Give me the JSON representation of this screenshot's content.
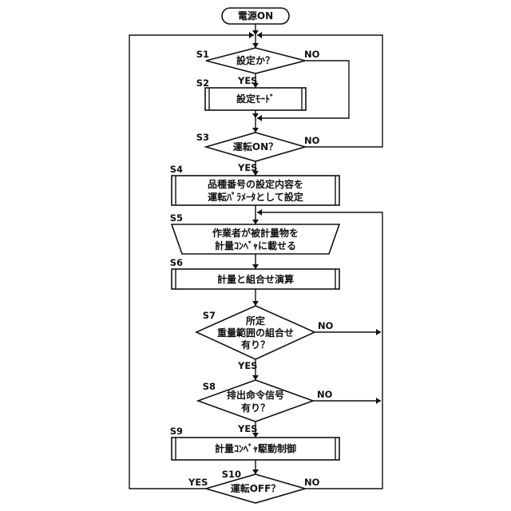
{
  "nodes": {
    "start": {
      "text": "電源ON"
    },
    "s1": {
      "step": "S1",
      "text": "設定か？"
    },
    "s2": {
      "step": "S2",
      "text": "設定ﾓｰﾄﾞ"
    },
    "s3": {
      "step": "S3",
      "text": "運転ON？"
    },
    "s4": {
      "step": "S4",
      "line1": "品種番号の設定内容を",
      "line2": "運転ﾊﾟﾗﾒｰﾀとして設定"
    },
    "s5": {
      "step": "S5",
      "line1": "作業者が被計量物を",
      "line2": "計量ｺﾝﾍﾞｬに載せる"
    },
    "s6": {
      "step": "S6",
      "text": "計量と組合せ演算"
    },
    "s7": {
      "step": "S7",
      "line1": "所定",
      "line2": "重量範囲の組合せ",
      "line3": "有り？"
    },
    "s8": {
      "step": "S8",
      "line1": "排出命令信号",
      "line2": "有り？"
    },
    "s9": {
      "step": "S9",
      "text": "計量ｺﾝﾍﾞｬ駆動制御"
    },
    "s10": {
      "step": "S10",
      "text": "運転OFF？"
    }
  },
  "edge_labels": {
    "yes": "YES",
    "no": "NO"
  }
}
